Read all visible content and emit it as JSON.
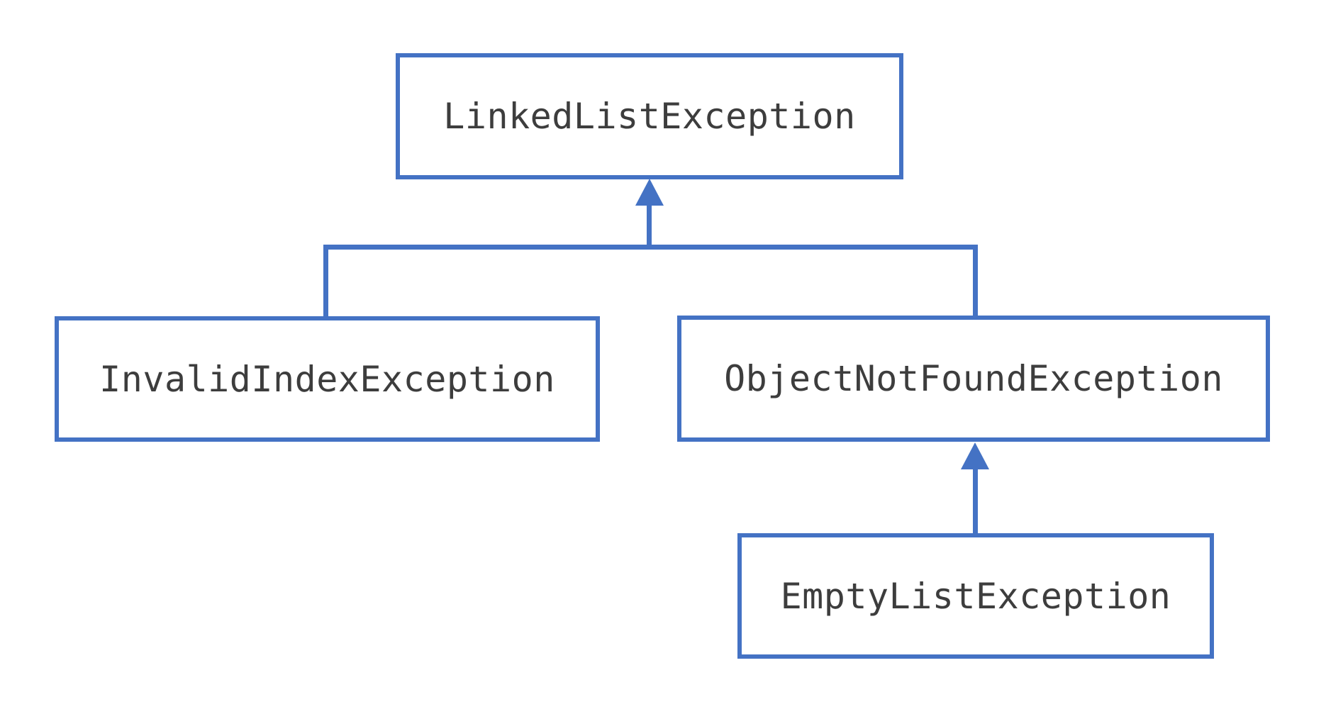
{
  "diagram": {
    "kind": "exception-class-hierarchy",
    "colors": {
      "line": "#4472C4",
      "text": "#3D3D3D",
      "node_fill": "#FFFFFF",
      "background": "#FFFFFF"
    },
    "nodes": [
      {
        "id": "linked-list-exception",
        "label": "LinkedListException"
      },
      {
        "id": "invalid-index-exception",
        "label": "InvalidIndexException"
      },
      {
        "id": "object-not-found-exception",
        "label": "ObjectNotFoundException"
      },
      {
        "id": "empty-list-exception",
        "label": "EmptyListException"
      }
    ],
    "edges": [
      {
        "from": "InvalidIndexException",
        "to": "LinkedListException",
        "relation": "inherits-from"
      },
      {
        "from": "ObjectNotFoundException",
        "to": "LinkedListException",
        "relation": "inherits-from"
      },
      {
        "from": "EmptyListException",
        "to": "ObjectNotFoundException",
        "relation": "inherits-from"
      }
    ]
  }
}
